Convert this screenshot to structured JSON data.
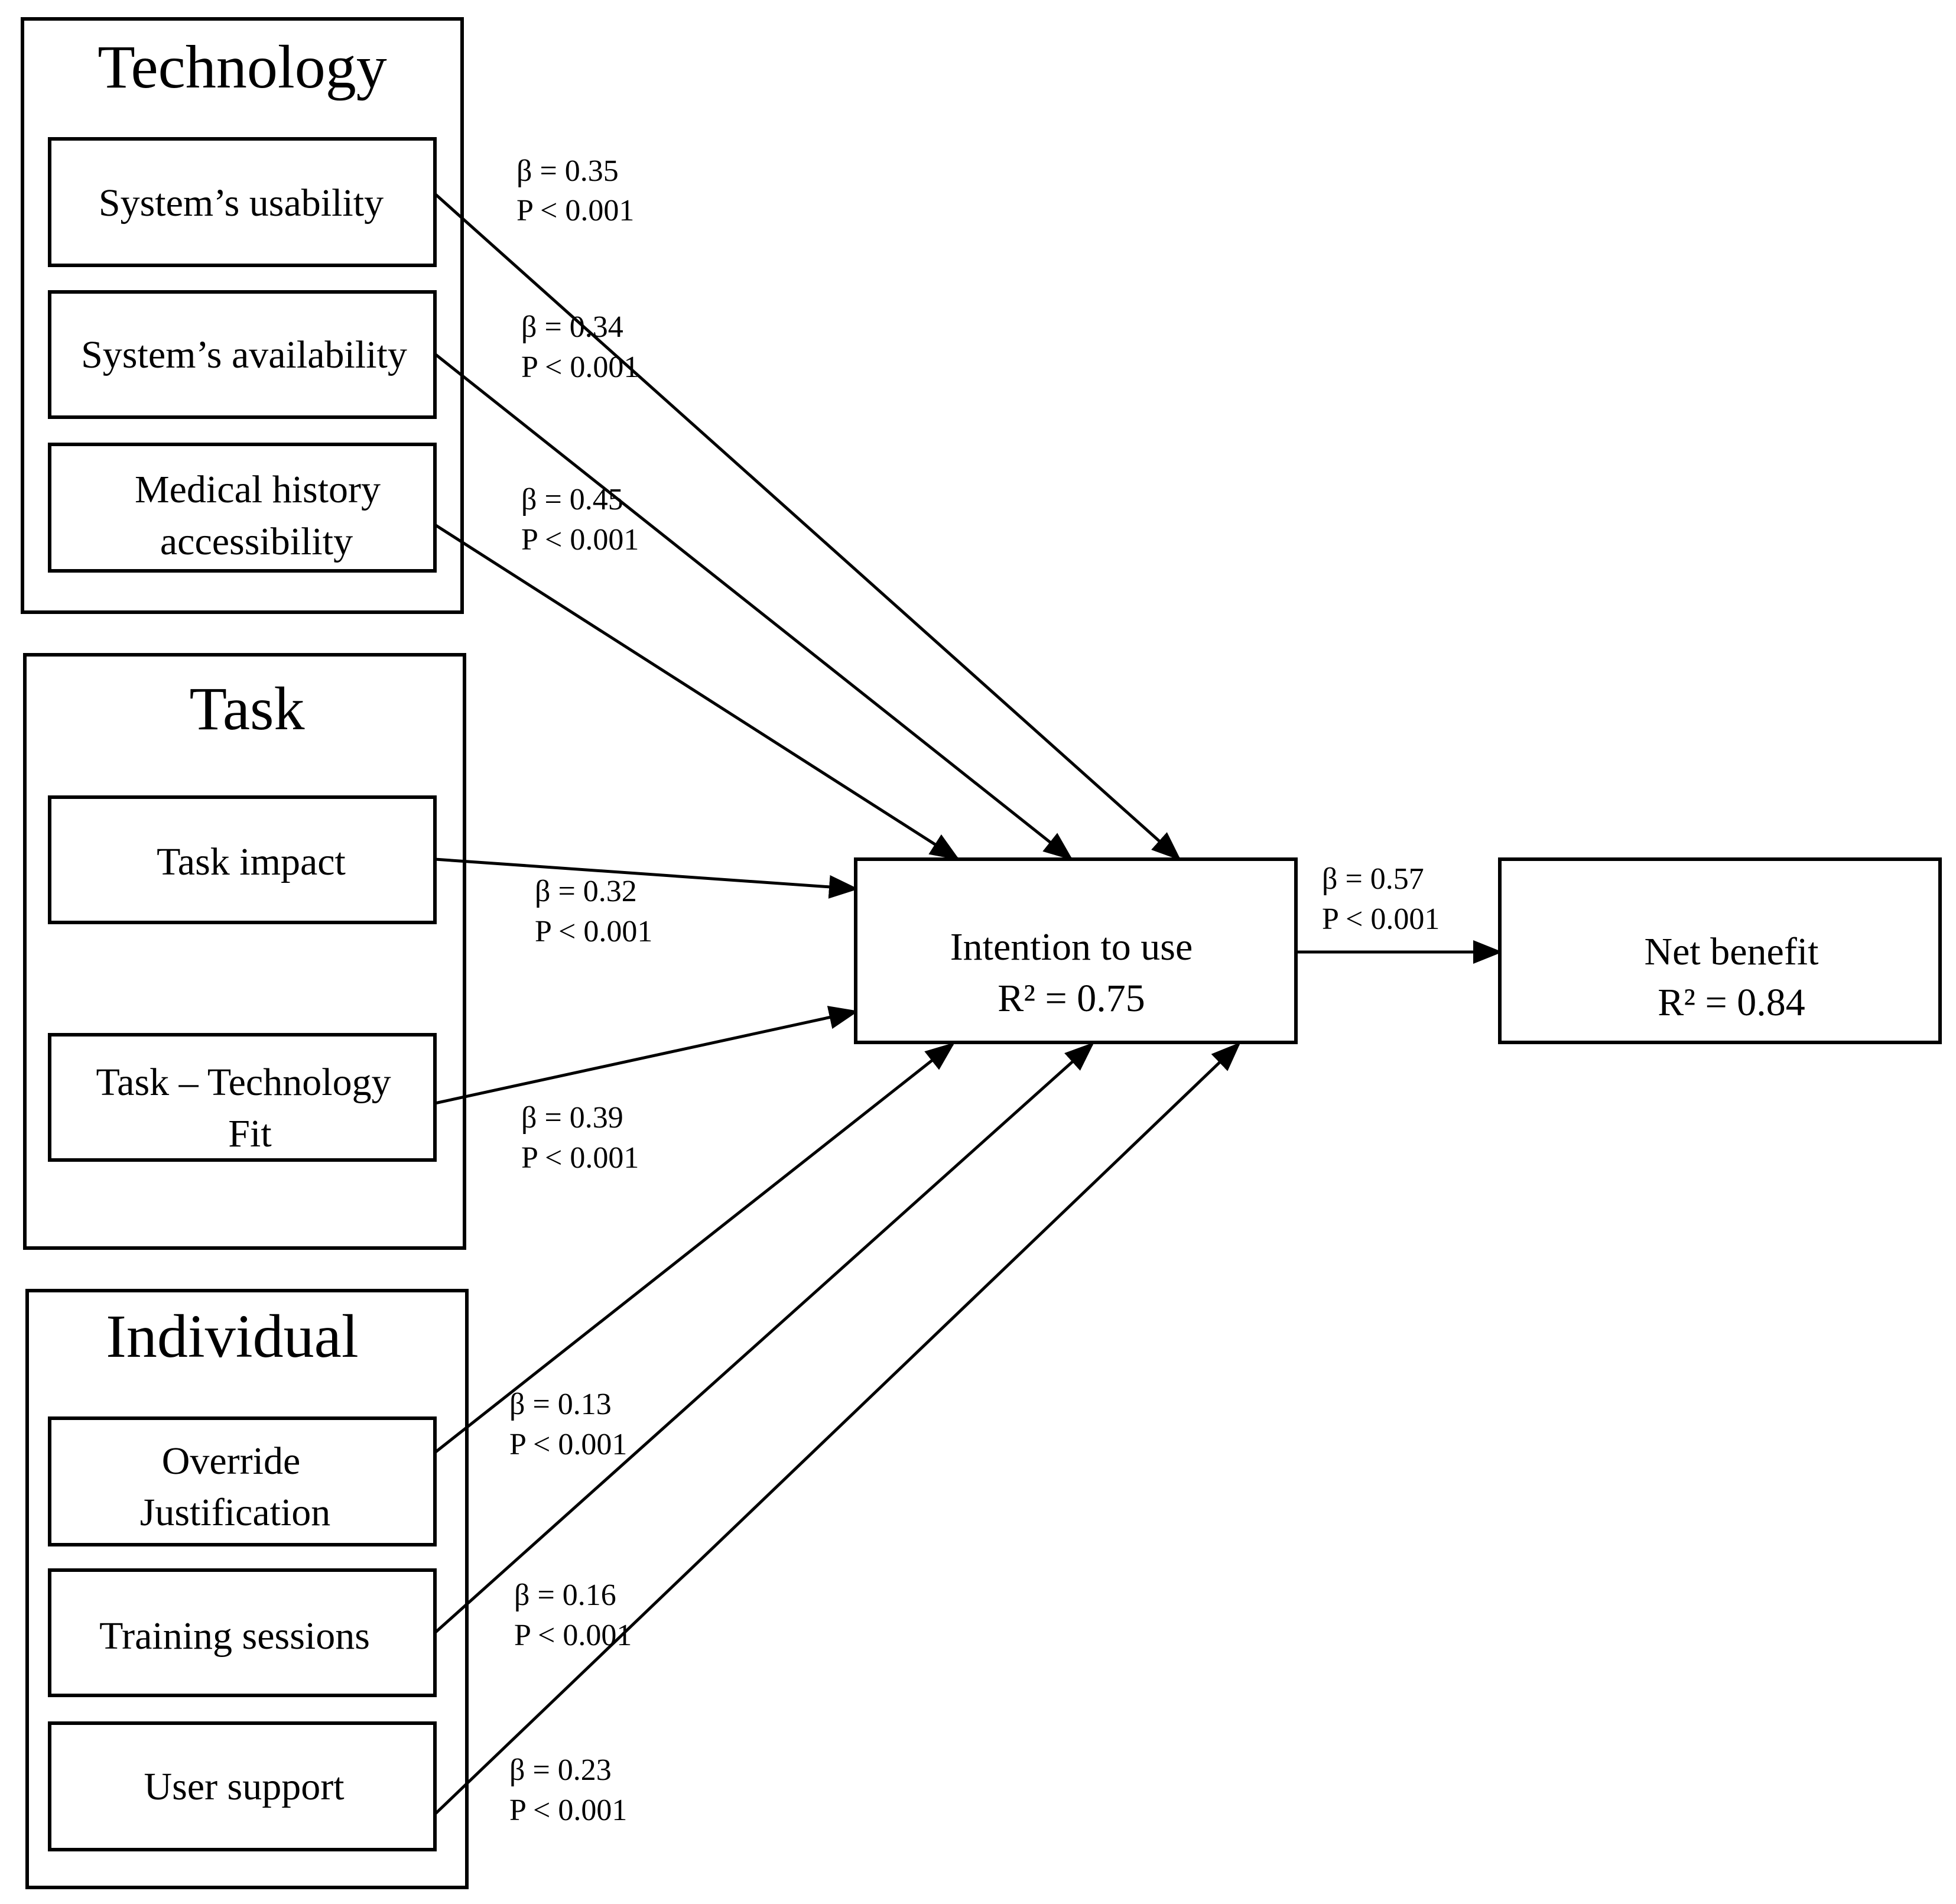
{
  "groups": {
    "technology": {
      "title": "Technology"
    },
    "task": {
      "title": "Task"
    },
    "individual": {
      "title": "Individual"
    }
  },
  "nodes": {
    "usability": {
      "lines": [
        "System’s usability"
      ]
    },
    "availability": {
      "lines": [
        "System’s availability"
      ]
    },
    "medical": {
      "lines": [
        "Medical history",
        "accessibility"
      ]
    },
    "task_impact": {
      "lines": [
        "Task impact"
      ]
    },
    "ttf": {
      "lines": [
        "Task – Technology",
        "Fit"
      ]
    },
    "override": {
      "lines": [
        "Override",
        "Justification"
      ]
    },
    "training": {
      "lines": [
        "Training sessions"
      ]
    },
    "support": {
      "lines": [
        "User support"
      ]
    },
    "intention": {
      "lines": [
        "Intention to use",
        "R² = 0.75"
      ]
    },
    "benefit": {
      "lines": [
        "Net benefit",
        "R² = 0.84"
      ]
    }
  },
  "paths": {
    "usability": {
      "beta": "β = 0.35",
      "p": "P  < 0.001"
    },
    "availability": {
      "beta": "β = 0.34",
      "p": "P  < 0.001"
    },
    "medical": {
      "beta": "β = 0.45",
      "p": "P  < 0.001"
    },
    "task_impact": {
      "beta": "β = 0.32",
      "p": "P  < 0.001"
    },
    "ttf": {
      "beta": "β = 0.39",
      "p": "P  < 0.001"
    },
    "override": {
      "beta": "β = 0.13",
      "p": "P  < 0.001"
    },
    "training": {
      "beta": "β = 0.16",
      "p": "P  < 0.001"
    },
    "support": {
      "beta": "β = 0.23",
      "p": "P  < 0.001"
    },
    "intention": {
      "beta": "β = 0.57",
      "p": "P  < 0.001"
    }
  }
}
